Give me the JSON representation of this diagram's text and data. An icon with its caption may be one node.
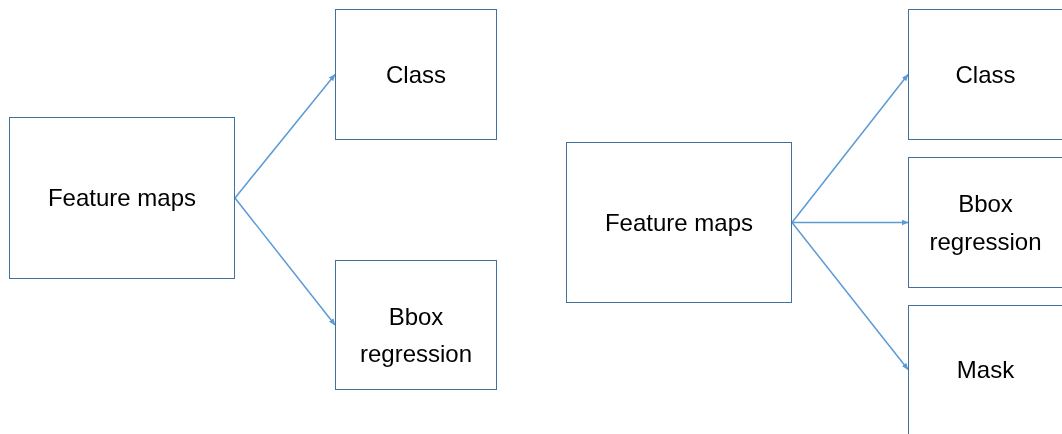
{
  "diagram": {
    "nodes": [
      {
        "text": [
          "Feature maps"
        ]
      },
      {
        "text": [
          "Class"
        ]
      },
      {
        "text": [
          "Bbox regression"
        ]
      },
      {
        "text": [
          "Feature maps"
        ]
      },
      {
        "text": [
          "Class"
        ]
      },
      {
        "text": [
          "Bbox regression"
        ]
      },
      {
        "text": [
          "Mask"
        ]
      }
    ],
    "edges": [
      {
        "from": 0,
        "to": 1,
        "arrow": "to"
      },
      {
        "from": 0,
        "to": 2,
        "arrow": "to"
      },
      {
        "from": 3,
        "to": 4,
        "arrow": "to"
      },
      {
        "from": 3,
        "to": 5,
        "arrow": "to"
      },
      {
        "from": 3,
        "to": 6,
        "arrow": "to"
      }
    ]
  }
}
